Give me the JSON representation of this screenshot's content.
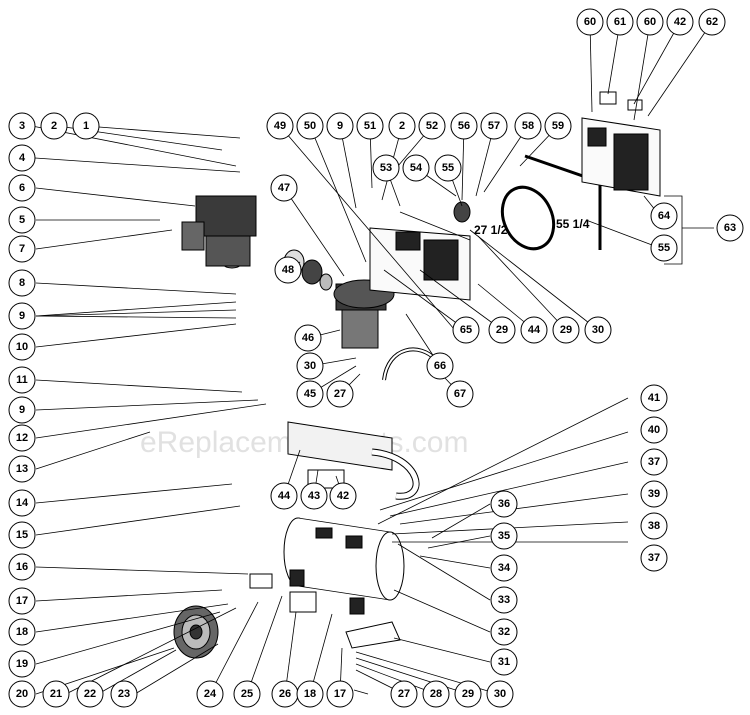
{
  "watermark": "eReplacementParts.com",
  "belt_labels": {
    "inner": "27 1/2",
    "outer": "55 1/4"
  },
  "callouts": {
    "c60a": "60",
    "c61": "61",
    "c60b": "60",
    "c42a": "42",
    "c62": "62",
    "c3": "3",
    "c2a": "2",
    "c1": "1",
    "c4": "4",
    "c6": "6",
    "c5": "5",
    "c7": "7",
    "c8": "8",
    "c9a": "9",
    "c10": "10",
    "c11": "11",
    "c9b": "9",
    "c12": "12",
    "c13": "13",
    "c14": "14",
    "c15": "15",
    "c16": "16",
    "c17a": "17",
    "c18a": "18",
    "c19": "19",
    "c20": "20",
    "c21": "21",
    "c22": "22",
    "c23": "23",
    "c24": "24",
    "c25": "25",
    "c26": "26",
    "c18b": "18",
    "c17b": "17",
    "c27b": "27",
    "c28": "28",
    "c29c": "29",
    "c30b": "30",
    "c31": "31",
    "c32": "32",
    "c33": "33",
    "c34": "34",
    "c35": "35",
    "c36": "36",
    "c37a": "37",
    "c38": "38",
    "c39": "39",
    "c37b": "37",
    "c40": "40",
    "c41": "41",
    "c44b": "44",
    "c43": "43",
    "c42b": "42",
    "c45": "45",
    "c27a": "27",
    "c30a": "30",
    "c46": "46",
    "c66": "66",
    "c67": "67",
    "c47": "47",
    "c48": "48",
    "c49": "49",
    "c50": "50",
    "c9c": "9",
    "c51": "51",
    "c2b": "2",
    "c52": "52",
    "c53": "53",
    "c54": "54",
    "c55a": "55",
    "c56": "56",
    "c57": "57",
    "c58": "58",
    "c59": "59",
    "c65": "65",
    "c29a": "29",
    "c44a": "44",
    "c29b": "29",
    "c30c": "30",
    "c64": "64",
    "c63": "63",
    "c55b": "55"
  }
}
